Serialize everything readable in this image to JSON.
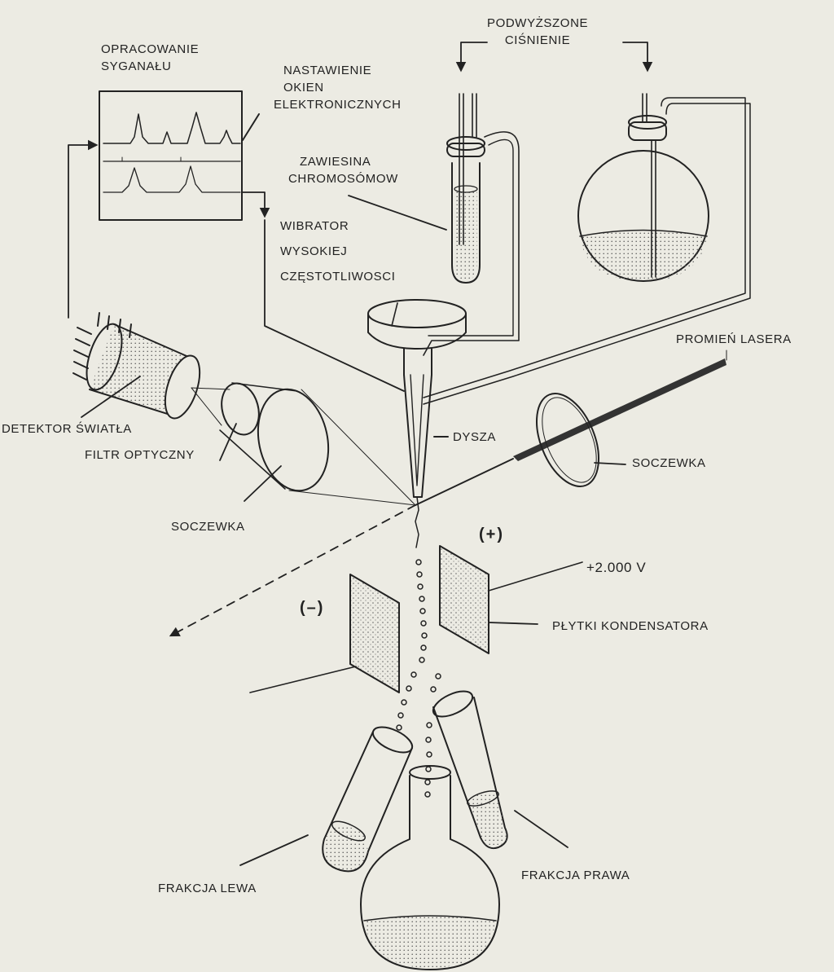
{
  "labels": {
    "signal_processing": [
      "OPRACOWANIE",
      "SYGANAŁU"
    ],
    "electronic_windows": [
      "NASTAWIENIE",
      "OKIEN",
      "ELEKTRONICZNYCH"
    ],
    "pressure": [
      "PODWYŻSZONE",
      "CIŚNIENIE"
    ],
    "chromosome_suspension": [
      "ZAWIESINA",
      "CHROMOSÓMOW"
    ],
    "vibrator": [
      "WIBRATOR",
      "WYSOKIEJ",
      "CZĘSTOTLIWOSCI"
    ],
    "laser_beam": "PROMIEŃ LASERA",
    "light_detector": "DETEKTOR ŚWIATŁA",
    "optical_filter": "FILTR OPTYCZNY",
    "nozzle": "DYSZA",
    "lens_right": "SOCZEWKA",
    "lens_left": "SOCZEWKA",
    "plus_sign": "(+)",
    "minus_sign": "(–)",
    "voltage": "+2.000 V",
    "capacitor_plates": "PŁYTKI KONDENSATORA",
    "left_fraction": "FRAKCJA LEWA",
    "right_fraction": "FRAKCJA PRAWA"
  },
  "colors": {
    "ink": "#222222",
    "paper": "#ecebe3"
  }
}
